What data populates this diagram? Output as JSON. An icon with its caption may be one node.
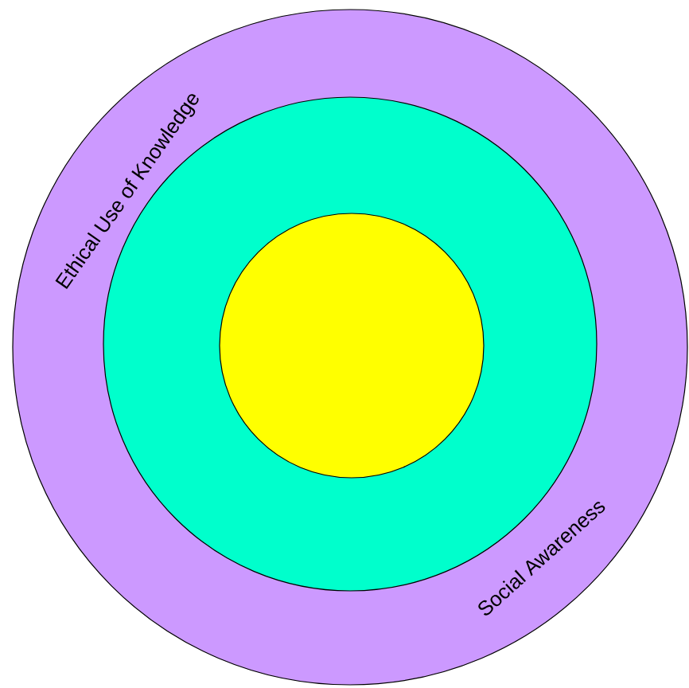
{
  "diagram": {
    "nodes": [
      {
        "text": [
          "Ethical Use of Knowledge",
          "Social Awareness"
        ]
      },
      {
        "text": [],
        "shape": "circle",
        "in": 0
      },
      {
        "text": [],
        "shape": "circle",
        "in": 1
      }
    ]
  }
}
